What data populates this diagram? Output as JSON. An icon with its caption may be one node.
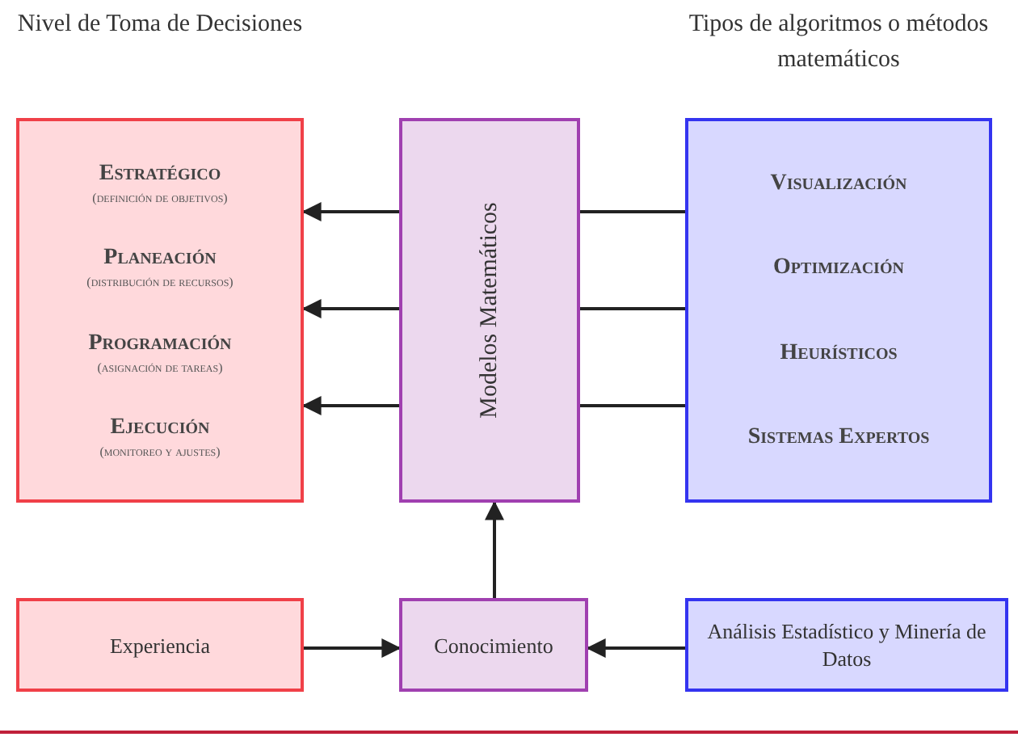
{
  "diagram": {
    "nodes": [
      {
        "text": [
          "Nivel de Toma de Decisiones",
          "Estratégico",
          "(definición de objetivos)",
          "Planeación",
          "(distribución de recursos)",
          "Programación",
          "(asignación de tareas)",
          "Ejecución",
          "(monitoreo y ajustes)"
        ]
      },
      {
        "text": [
          "Modelos Matemáticos"
        ]
      },
      {
        "text": [
          "Tipos de algoritmos o métodos matemáticos",
          "Visualización",
          "Optimización",
          "Heurísticos",
          "Sistemas Expertos"
        ]
      },
      {
        "text": [
          "Experiencia"
        ]
      },
      {
        "text": [
          "Conocimiento"
        ]
      },
      {
        "text": [
          "Análisis Estadístico y Minería de Datos"
        ]
      }
    ],
    "edges": [
      {
        "from": 1,
        "to": 0,
        "arrow": "to"
      },
      {
        "from": 1,
        "to": 0,
        "arrow": "to"
      },
      {
        "from": 1,
        "to": 0,
        "arrow": "to"
      },
      {
        "from": 2,
        "to": 1,
        "arrow": "none"
      },
      {
        "from": 2,
        "to": 1,
        "arrow": "none"
      },
      {
        "from": 2,
        "to": 1,
        "arrow": "none"
      },
      {
        "from": 3,
        "to": 4,
        "arrow": "to"
      },
      {
        "from": 5,
        "to": 4,
        "arrow": "to"
      },
      {
        "from": 4,
        "to": 1,
        "arrow": "to"
      }
    ]
  }
}
